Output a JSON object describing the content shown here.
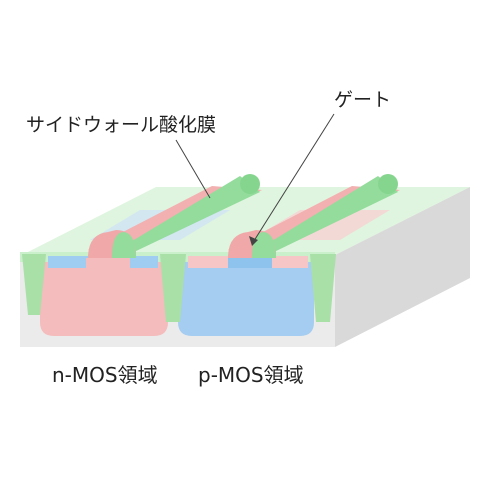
{
  "labels": {
    "sidewall": "サイドウォール酸化膜",
    "gate": "ゲート",
    "nmos": "n-MOS領域",
    "pmos": "p-MOS領域"
  },
  "colors": {
    "substrate": "#ebebeb",
    "substrate_side": "#dadada",
    "oxide": "#d4f3d6",
    "isolation": "#a8e0a8",
    "n_region": "#f4bcbc",
    "p_region": "#a4cdf1",
    "active_blue": "#8ec3ee",
    "gate_green": "#93dc9c",
    "gate_red": "#f0a8a8"
  }
}
